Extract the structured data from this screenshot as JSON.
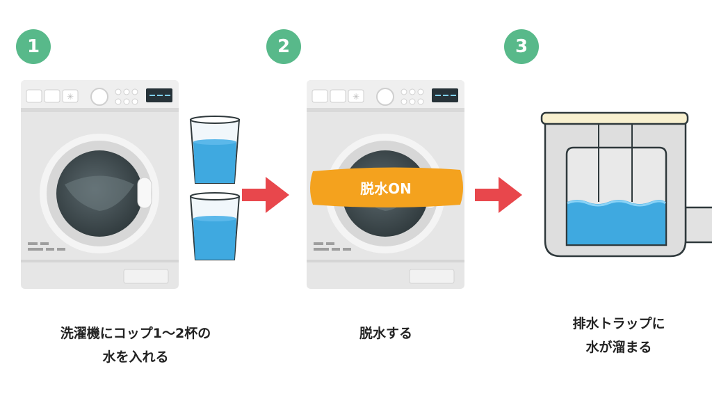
{
  "colors": {
    "badge": "#58b98a",
    "arrow": "#e8474c",
    "spin_banner": "#f4a21e",
    "water": "#3fa9e0",
    "machine_body": "#e6e6e6",
    "machine_panel": "#efefef",
    "drum_dark": "#3f4a4e"
  },
  "steps": [
    {
      "number": "1",
      "caption_lines": [
        "洗濯機にコップ1〜2杯の",
        "水を入れる"
      ]
    },
    {
      "number": "2",
      "caption_lines": [
        "脱水する"
      ],
      "banner_label": "脱水ON"
    },
    {
      "number": "3",
      "caption_lines": [
        "排水トラップに",
        "水が溜まる"
      ]
    }
  ],
  "icons": {
    "washing_machine": "washing-machine-icon",
    "glass": "glass-of-water-icon",
    "arrow": "arrow-right-icon",
    "drain_trap": "drain-trap-icon"
  }
}
